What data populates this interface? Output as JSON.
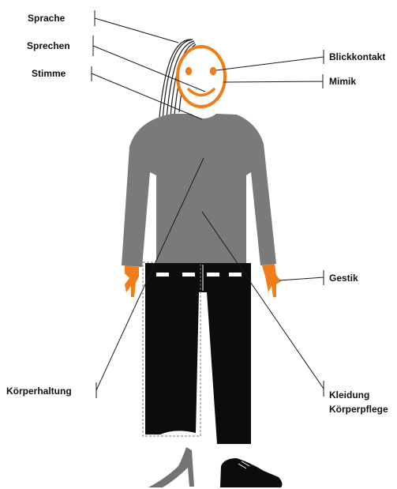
{
  "labels": {
    "sprache": "Sprache",
    "sprechen": "Sprechen",
    "stimme": "Stimme",
    "koerperhaltung": "Körperhaltung",
    "blickkontakt": "Blickkontakt",
    "mimik": "Mimik",
    "gestik": "Gestik",
    "kleidung": "Kleidung",
    "koerperpflege": "Körperpflege"
  },
  "colors": {
    "face": "#ef7d1a",
    "shirt": "#7b7a7a",
    "pants": "#0c0c0c",
    "hands": "#ef7d1a",
    "shoes": "#0c0c0c",
    "heel": "#737373",
    "leader_lines": "#1a1a1a"
  }
}
